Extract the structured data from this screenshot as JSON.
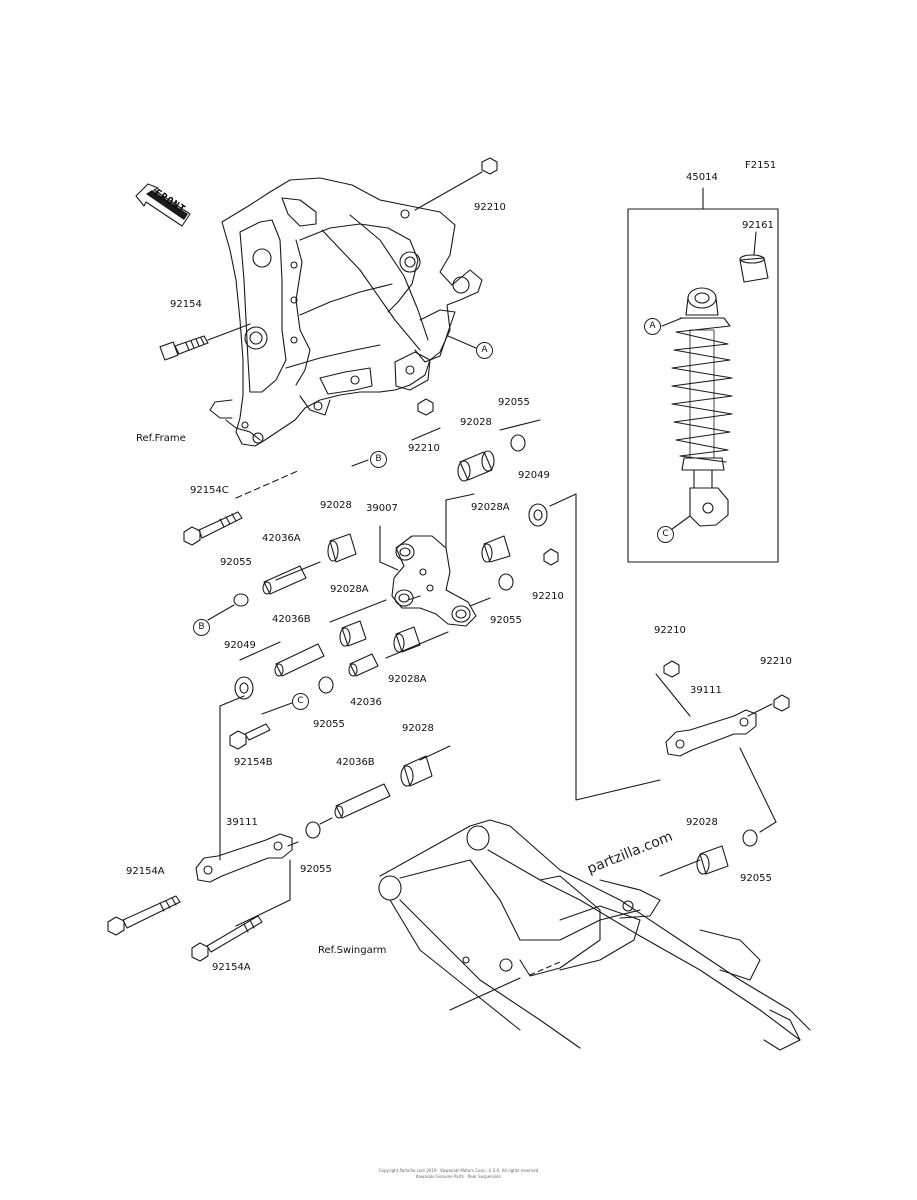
{
  "diagram_code": "F2151",
  "front_label": "FRONT",
  "watermark": "partzilla.com",
  "footer": {
    "line1": "Copyright Partzilla.com 2019 · Kawasaki Motors Corp., U.S.A. All rights reserved",
    "line2": "Kawasaki Genuine Parts · Rear Suspension"
  },
  "refs": {
    "frame": "Ref.Frame",
    "swingarm": "Ref.Swingarm"
  },
  "circle_markers": [
    "A",
    "B",
    "C"
  ],
  "parts": [
    {
      "id": "p01",
      "label": "92210"
    },
    {
      "id": "p02",
      "label": "92154"
    },
    {
      "id": "p03",
      "label": "92055"
    },
    {
      "id": "p04",
      "label": "92028"
    },
    {
      "id": "p05",
      "label": "92210"
    },
    {
      "id": "p06",
      "label": "92154C"
    },
    {
      "id": "p07",
      "label": "92049"
    },
    {
      "id": "p08",
      "label": "92028"
    },
    {
      "id": "p09",
      "label": "39007"
    },
    {
      "id": "p10",
      "label": "92028A"
    },
    {
      "id": "p11",
      "label": "42036A"
    },
    {
      "id": "p12",
      "label": "92055"
    },
    {
      "id": "p13",
      "label": "92210"
    },
    {
      "id": "p14",
      "label": "92028A"
    },
    {
      "id": "p15",
      "label": "92055"
    },
    {
      "id": "p16",
      "label": "42036B"
    },
    {
      "id": "p17",
      "label": "92049"
    },
    {
      "id": "p18",
      "label": "92028A"
    },
    {
      "id": "p19",
      "label": "42036"
    },
    {
      "id": "p20",
      "label": "92055"
    },
    {
      "id": "p21",
      "label": "92154B"
    },
    {
      "id": "p22",
      "label": "92028"
    },
    {
      "id": "p23",
      "label": "42036B"
    },
    {
      "id": "p24",
      "label": "92210"
    },
    {
      "id": "p25",
      "label": "92210"
    },
    {
      "id": "p26",
      "label": "39111"
    },
    {
      "id": "p27",
      "label": "39111"
    },
    {
      "id": "p28",
      "label": "92055"
    },
    {
      "id": "p29",
      "label": "92154A"
    },
    {
      "id": "p30",
      "label": "92154A"
    },
    {
      "id": "p31",
      "label": "92028"
    },
    {
      "id": "p32",
      "label": "92055"
    },
    {
      "id": "p33",
      "label": "45014"
    },
    {
      "id": "p34",
      "label": "92161"
    }
  ]
}
